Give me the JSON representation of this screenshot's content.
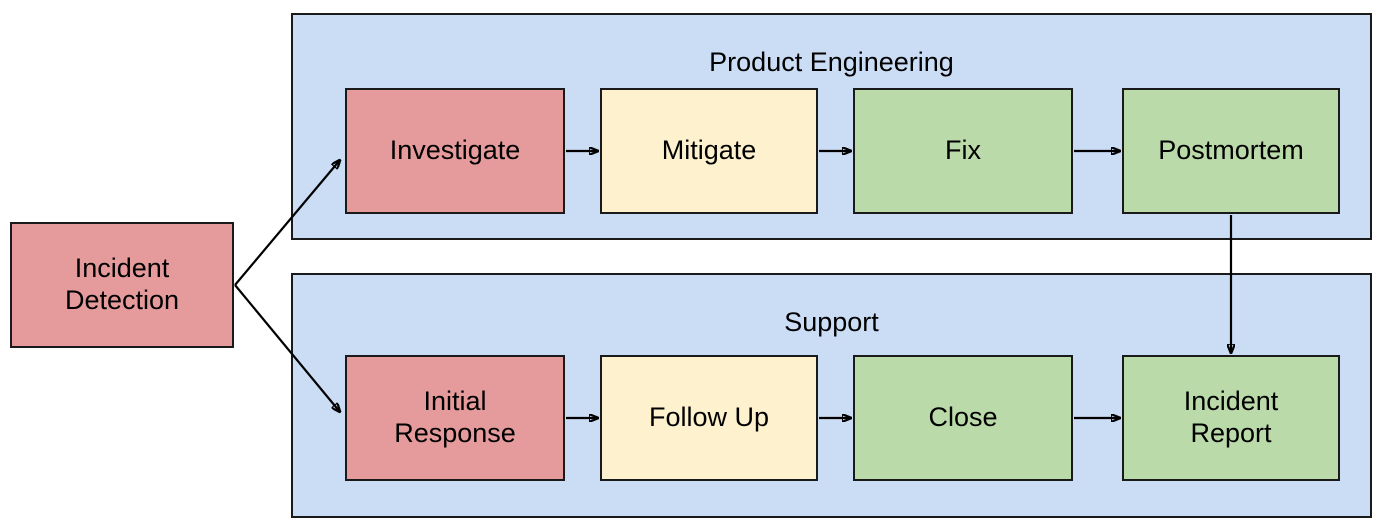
{
  "diagram": {
    "title_hidden": "",
    "colors": {
      "lane_fill": "#cbdcf5",
      "node_red": "#e59a9b",
      "node_yellow": "#fdf2cd",
      "node_green": "#badaa9",
      "stroke": "#1a1a1a",
      "background": "#ffffff"
    },
    "start_node": {
      "label_line1": "Incident",
      "label_line2": "Detection",
      "color": "red"
    },
    "lanes": [
      {
        "id": "product-engineering",
        "title": "Product Engineering",
        "nodes": [
          {
            "id": "investigate",
            "label_line1": "Investigate",
            "label_line2": "",
            "color": "red"
          },
          {
            "id": "mitigate",
            "label_line1": "Mitigate",
            "label_line2": "",
            "color": "yellow"
          },
          {
            "id": "fix",
            "label_line1": "Fix",
            "label_line2": "",
            "color": "green"
          },
          {
            "id": "postmortem",
            "label_line1": "Postmortem",
            "label_line2": "",
            "color": "green"
          }
        ]
      },
      {
        "id": "support",
        "title": "Support",
        "nodes": [
          {
            "id": "initial-response",
            "label_line1": "Initial",
            "label_line2": "Response",
            "color": "red"
          },
          {
            "id": "follow-up",
            "label_line1": "Follow Up",
            "label_line2": "",
            "color": "yellow"
          },
          {
            "id": "close",
            "label_line1": "Close",
            "label_line2": "",
            "color": "green"
          },
          {
            "id": "incident-report",
            "label_line1": "Incident",
            "label_line2": "Report",
            "color": "green"
          }
        ]
      }
    ],
    "edges": [
      {
        "from": "incident-detection",
        "to": "investigate",
        "type": "diagonal"
      },
      {
        "from": "incident-detection",
        "to": "initial-response",
        "type": "diagonal"
      },
      {
        "from": "investigate",
        "to": "mitigate",
        "type": "horizontal"
      },
      {
        "from": "mitigate",
        "to": "fix",
        "type": "horizontal"
      },
      {
        "from": "fix",
        "to": "postmortem",
        "type": "horizontal"
      },
      {
        "from": "initial-response",
        "to": "follow-up",
        "type": "horizontal"
      },
      {
        "from": "follow-up",
        "to": "close",
        "type": "horizontal"
      },
      {
        "from": "close",
        "to": "incident-report",
        "type": "horizontal"
      },
      {
        "from": "postmortem",
        "to": "incident-report",
        "type": "vertical"
      }
    ]
  }
}
